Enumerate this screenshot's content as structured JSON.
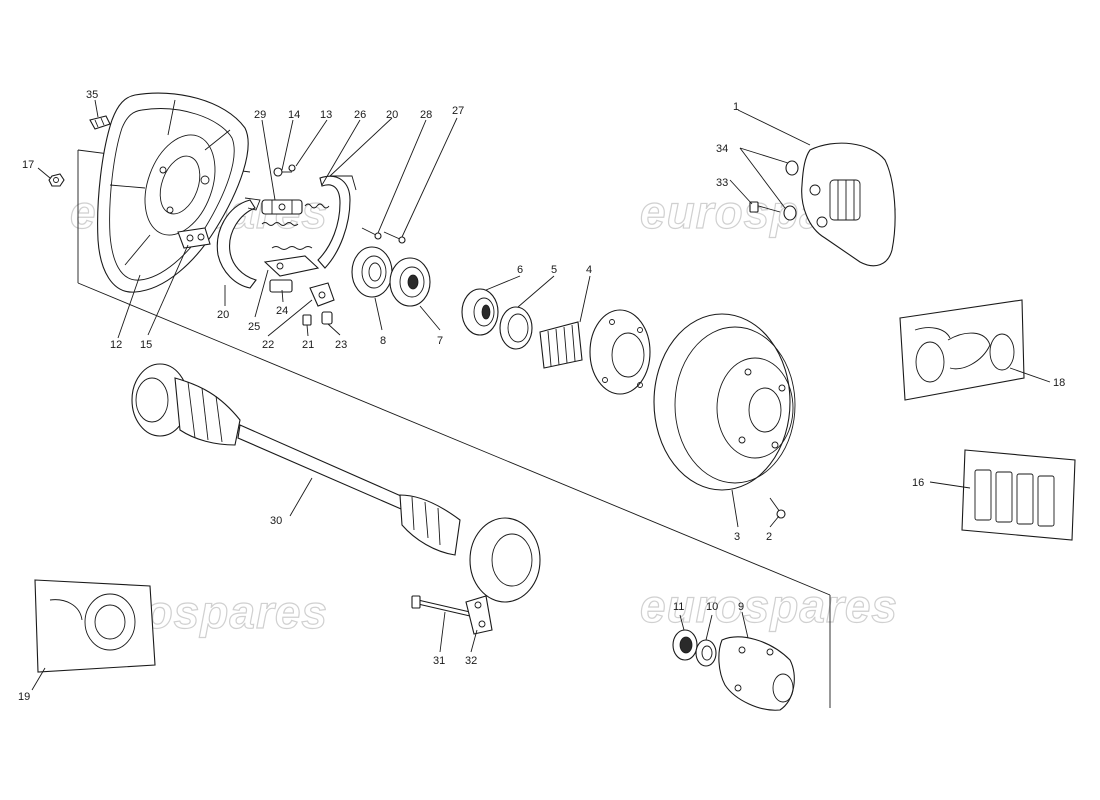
{
  "watermark": {
    "text": "eurospares"
  },
  "callouts": [
    {
      "n": "1"
    },
    {
      "n": "2"
    },
    {
      "n": "3"
    },
    {
      "n": "4"
    },
    {
      "n": "5"
    },
    {
      "n": "6"
    },
    {
      "n": "7"
    },
    {
      "n": "8"
    },
    {
      "n": "9"
    },
    {
      "n": "10"
    },
    {
      "n": "11"
    },
    {
      "n": "12"
    },
    {
      "n": "13"
    },
    {
      "n": "14"
    },
    {
      "n": "15"
    },
    {
      "n": "16"
    },
    {
      "n": "17"
    },
    {
      "n": "18"
    },
    {
      "n": "19"
    },
    {
      "n": "20"
    },
    {
      "n": "20"
    },
    {
      "n": "21"
    },
    {
      "n": "22"
    },
    {
      "n": "23"
    },
    {
      "n": "24"
    },
    {
      "n": "25"
    },
    {
      "n": "26"
    },
    {
      "n": "27"
    },
    {
      "n": "28"
    },
    {
      "n": "29"
    },
    {
      "n": "30"
    },
    {
      "n": "31"
    },
    {
      "n": "32"
    },
    {
      "n": "33"
    },
    {
      "n": "34"
    },
    {
      "n": "35"
    }
  ]
}
